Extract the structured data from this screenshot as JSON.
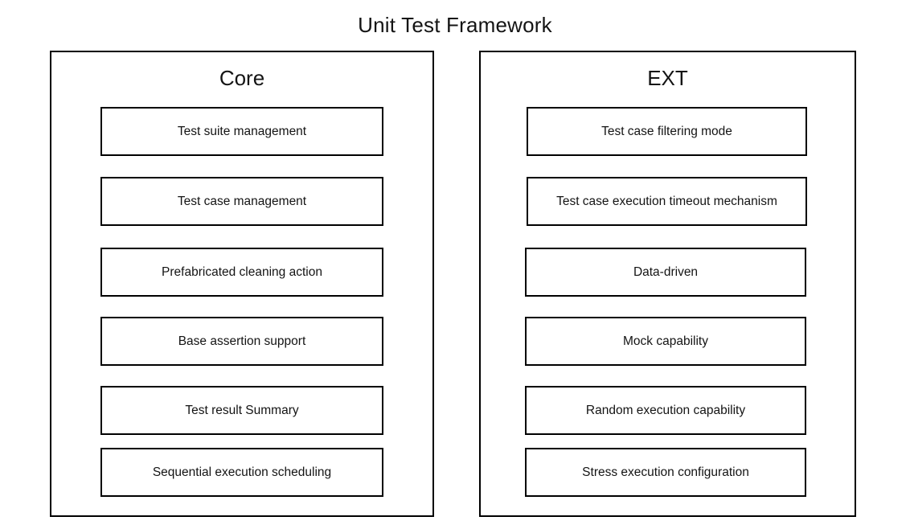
{
  "diagram": {
    "title": "Unit Test Framework",
    "type": "block-diagram",
    "background_color": "#ffffff",
    "border_color": "#000000",
    "text_color": "#141414",
    "panels": [
      {
        "id": "core",
        "title": "Core",
        "items": [
          {
            "label": "Test suite management"
          },
          {
            "label": "Test case management"
          },
          {
            "label": "Prefabricated cleaning action"
          },
          {
            "label": "Base assertion support"
          },
          {
            "label": "Test result Summary"
          },
          {
            "label": "Sequential execution scheduling"
          }
        ]
      },
      {
        "id": "ext",
        "title": "EXT",
        "items": [
          {
            "label": "Test case filtering mode"
          },
          {
            "label": "Test case execution timeout mechanism"
          },
          {
            "label": "Data-driven"
          },
          {
            "label": "Mock capability"
          },
          {
            "label": "Random execution capability"
          },
          {
            "label": "Stress execution configuration"
          }
        ]
      }
    ]
  }
}
